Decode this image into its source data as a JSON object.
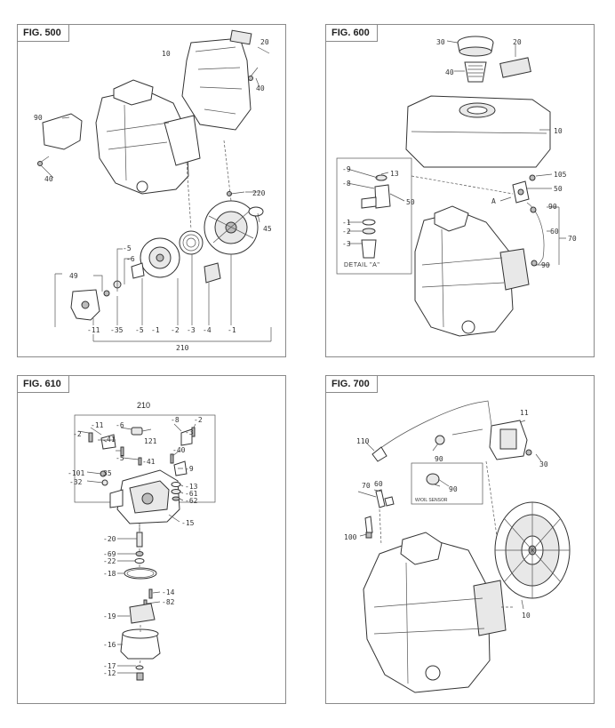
{
  "figures": [
    {
      "label": "FIG. 500",
      "parts": {
        "p10": "10",
        "p20": "20",
        "p40a": "40",
        "p90": "90",
        "p40b": "40",
        "p220": "220",
        "p45": "45",
        "p5": "-5",
        "p6": "-6",
        "p49": "49",
        "p5b": "-5",
        "p2": "-2",
        "p3": "-3",
        "p4": "-4",
        "p1": "-1",
        "p11": "-11",
        "p35": "-35",
        "p1b": "-1",
        "p210": "210"
      }
    },
    {
      "label": "FIG. 600",
      "parts": {
        "p30": "30",
        "p20": "20",
        "p40": "40",
        "p10": "10",
        "p105": "105",
        "p50": "50",
        "pA": "A",
        "p90a": "90",
        "p70": "70",
        "p60": "60",
        "p90b": "90",
        "p9": "-9",
        "p13": "13",
        "p8": "-8",
        "p50d": "50",
        "p1": "-1",
        "p2": "-2",
        "p3": "-3"
      },
      "detail": "DETAIL \"A\""
    },
    {
      "label": "FIG. 610",
      "parts": {
        "p210": "210",
        "p2": "-2",
        "p11": "-11",
        "p6": "-6",
        "p121": "121",
        "p8": "-8",
        "p3": "-3",
        "p2b": "-2",
        "p41a": "41",
        "p5": "-5",
        "p41b": "-41",
        "p40": "-40",
        "p9": "-9",
        "p101": "-101",
        "p35": "35",
        "p32": "-32",
        "p13": "-13",
        "p61": "-61",
        "p62": "-62",
        "p15": "-15",
        "p20": "-20",
        "p69": "-69",
        "p22": "-22",
        "p18": "-18",
        "p14": "-14",
        "p82": "-82",
        "p19": "-19",
        "p16": "-16",
        "p17": "-17",
        "p12": "-12"
      }
    },
    {
      "label": "FIG. 700",
      "parts": {
        "p11": "11",
        "p110": "110",
        "p90": "90",
        "p30": "30",
        "p90b": "90",
        "p70": "70",
        "p60": "60",
        "p100": "100",
        "p10": "10"
      },
      "sensor_note": "W/OIL SENSOR"
    }
  ]
}
